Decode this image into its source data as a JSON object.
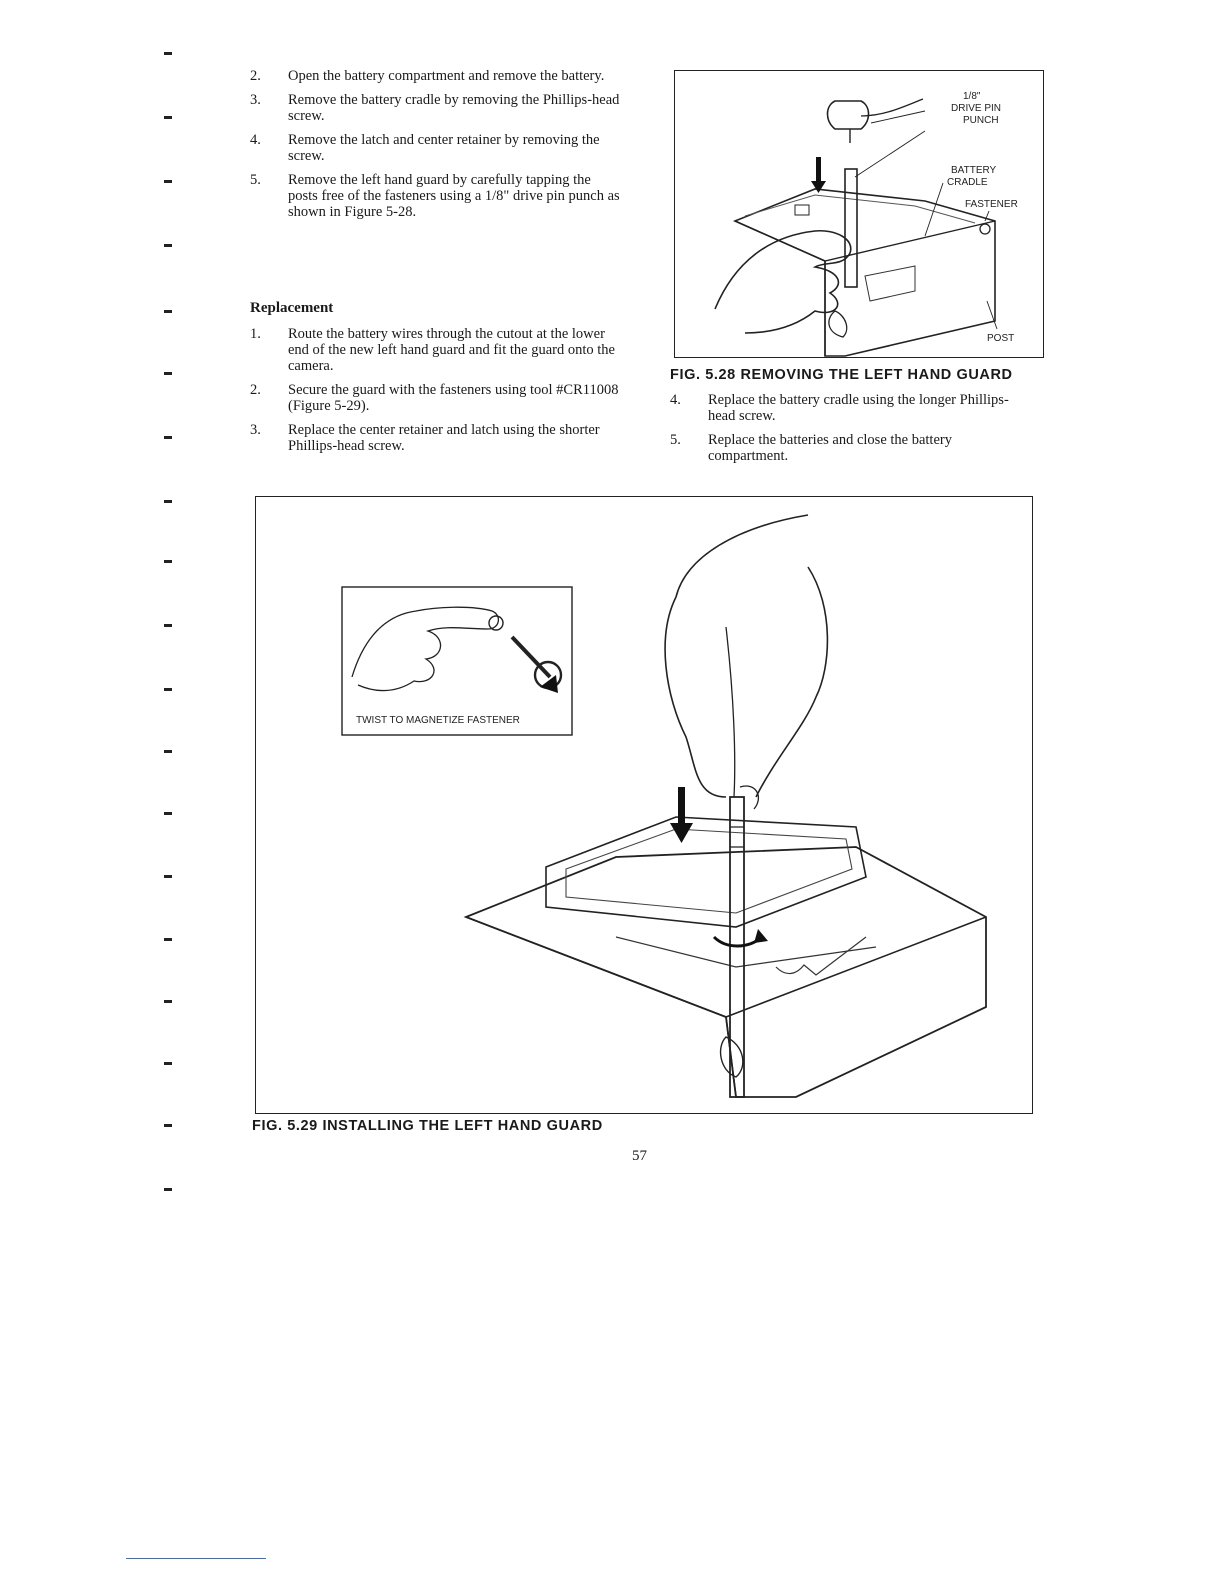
{
  "left_column": {
    "steps_removal": [
      {
        "num": "2.",
        "text": "Open the battery compartment and remove the battery."
      },
      {
        "num": "3.",
        "text": "Remove the battery cradle by removing the Phillips-head screw."
      },
      {
        "num": "4.",
        "text": "Remove the latch and center retainer by removing the screw."
      },
      {
        "num": "5.",
        "text": "Remove the left hand guard by carefully tapping the posts free of the fasteners using a 1/8\" drive pin punch as shown in Figure 5-28."
      }
    ],
    "replacement_heading": "Replacement",
    "steps_replacement": [
      {
        "num": "1.",
        "text": "Route the battery wires through the cutout at the lower end of the new left hand guard and fit the guard onto the camera."
      },
      {
        "num": "2.",
        "text": "Secure the guard with the fasteners using tool #CR11008 (Figure 5-29)."
      },
      {
        "num": "3.",
        "text": "Replace the center retainer and latch using the shorter Phillips-head screw."
      }
    ]
  },
  "figure_528": {
    "labels": {
      "punch_line1": "1/8\"",
      "punch_line2": "DRIVE PIN",
      "punch_line3": "PUNCH",
      "cradle_line1": "BATTERY",
      "cradle_line2": "CRADLE",
      "fastener": "FASTENER",
      "post": "POST"
    },
    "caption": "FIG. 5.28 REMOVING THE LEFT HAND GUARD"
  },
  "right_column": {
    "steps": [
      {
        "num": "4.",
        "text": "Replace the battery cradle using the longer Phillips-head screw."
      },
      {
        "num": "5.",
        "text": "Replace the batteries and close the battery compartment."
      }
    ]
  },
  "figure_529": {
    "inset_label": "TWIST TO MAGNETIZE FASTENER",
    "caption": "FIG. 5.29 INSTALLING THE LEFT HAND GUARD"
  },
  "page_number": "57"
}
